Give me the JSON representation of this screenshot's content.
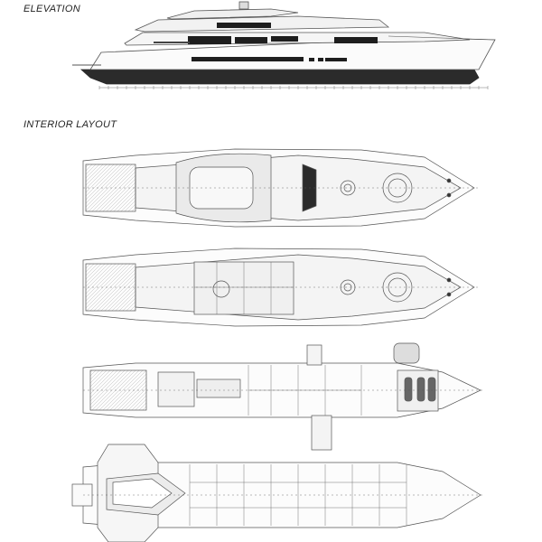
{
  "sections": {
    "elevation": {
      "title": "ELEVATION"
    },
    "interior": {
      "title": "INTERIOR LAYOUT"
    }
  },
  "decks": [
    {
      "id": "sun-deck"
    },
    {
      "id": "upper-deck"
    },
    {
      "id": "main-deck"
    },
    {
      "id": "lower-deck"
    }
  ],
  "colors": {
    "line": "#555555",
    "hull": "#2b2b2b",
    "fill": "#eeeeee",
    "window": "#1e1e1e"
  }
}
